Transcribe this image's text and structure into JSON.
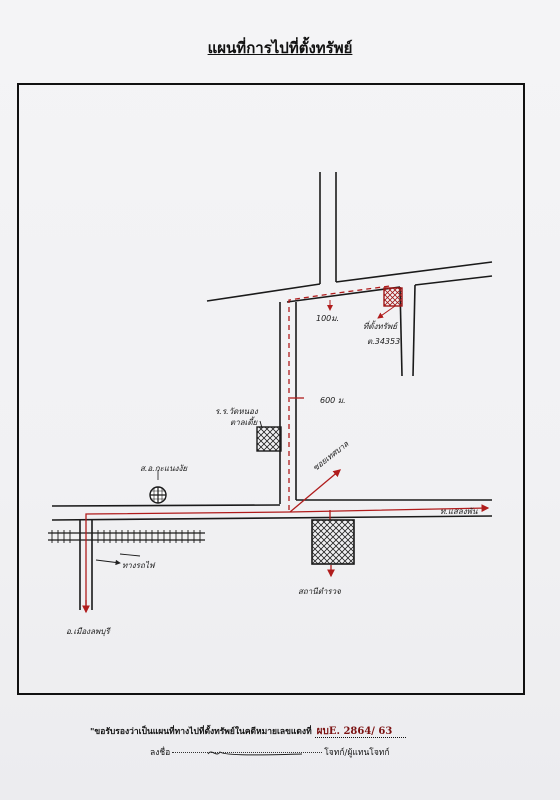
{
  "title": "แผนที่การไปที่ตั้งทรัพย์",
  "map": {
    "labels": {
      "distance_100": "100ม.",
      "property_label": "ที่ตั้งทรัพย์",
      "deed_no": "ต.34353",
      "distance_600": "600 ม.",
      "school": "ร.ร.วัดหนอง",
      "school_line2": "ตาลเตี้ย",
      "temple_road": "ซอยเทศบาล",
      "health_center": "ส.อ.กะแนงงัย",
      "road_right": "ท.แสลงพัน",
      "rail": "ทางรถไฟ",
      "amphoe": "อ.เมืองลพบุรี",
      "police": "สถานีตำรวจ"
    }
  },
  "footer": {
    "certify_text": "\"ขอรับรองว่าเป็นแผนที่ทางไปที่ตั้งทรัพย์ในคดีหมายเลขแดงที่",
    "case_number": "ผบE. 2864/ 63",
    "sign_prefix": "ลงชื่อ",
    "sign_suffix": "โจทก์/ผู้แทนโจทก์"
  }
}
